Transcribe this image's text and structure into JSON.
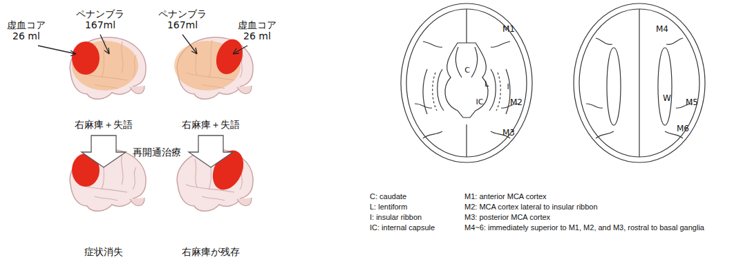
{
  "diagram": {
    "labels": [
      "ペナンブラ 167ml",
      "ペナンブラ 167ml",
      "虚血コア 26 ml",
      "虚血コア 26 ml",
      "右麻痺＋失語",
      "右麻痺＋失語",
      "再開通治療",
      "症状消失",
      "右麻痺が残存",
      "M1",
      "C",
      "L",
      "I",
      "IC",
      "M2",
      "M3",
      "M4",
      "W",
      "M5",
      "M6",
      "C: caudate",
      "L: lentiform",
      "I: insular ribbon",
      "IC: internal capsule",
      "M1: anterior MCA cortex",
      "M2: MCA cortex lateral to insular ribbon",
      "M3: posterior MCA cortex",
      "M4~6: immediately superior to M1, M2, and M3, rostral to basal ganglia"
    ]
  }
}
